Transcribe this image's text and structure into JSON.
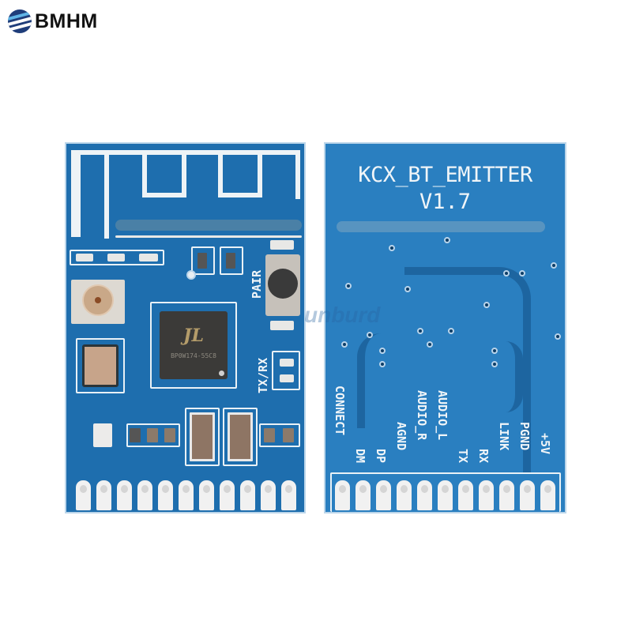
{
  "brand": {
    "logo_icon": "bmhm-globe-icon",
    "name": "BMHM"
  },
  "front_board": {
    "chip_logo": "JL",
    "chip_marking": "BP0W174-55C8",
    "button_label": "PAIR",
    "led_label": "TX/RX",
    "castellated_pin_count": 11
  },
  "back_board": {
    "title": "KCX_BT_EMITTER",
    "version": "V1.7",
    "pin_labels": [
      "CONNECT",
      "DM",
      "DP",
      "AGND",
      "AUDIO_R",
      "AUDIO_L",
      "TX",
      "RX",
      "LINK",
      "PGND",
      "+5V"
    ],
    "castellated_pin_count": 11
  },
  "colors": {
    "pcb_front": "#1e6eae",
    "pcb_back": "#2a7fc0",
    "silkscreen": "#f0f5f8",
    "background": "#ffffff"
  },
  "watermark": "unburd"
}
